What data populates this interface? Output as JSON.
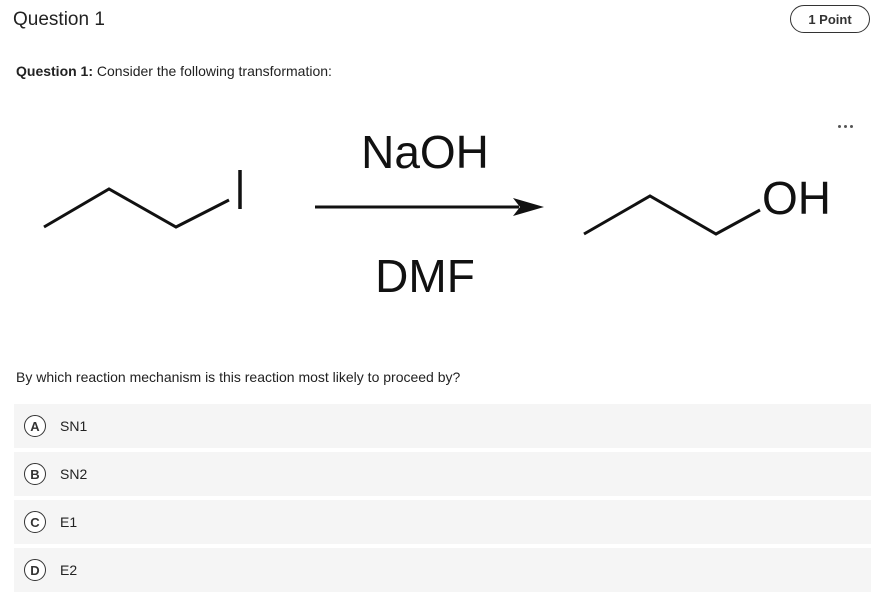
{
  "header": {
    "title": "Question 1",
    "points": "1 Point"
  },
  "prompt": {
    "label": "Question 1:",
    "text": "Consider the following transformation:"
  },
  "reaction": {
    "reagent_above": "NaOH",
    "reagent_below": "DMF",
    "reactant_atom": "I",
    "product_group": "OH"
  },
  "question": "By which reaction mechanism is this reaction most likely to proceed by?",
  "options": [
    {
      "letter": "A",
      "label": "SN1"
    },
    {
      "letter": "B",
      "label": "SN2"
    },
    {
      "letter": "C",
      "label": "E1"
    },
    {
      "letter": "D",
      "label": "E2"
    }
  ],
  "icons": {
    "more": "more-options-icon",
    "arrow": "reaction-arrow"
  },
  "colors": {
    "option_background": "#f5f5f5",
    "text": "#222222"
  }
}
